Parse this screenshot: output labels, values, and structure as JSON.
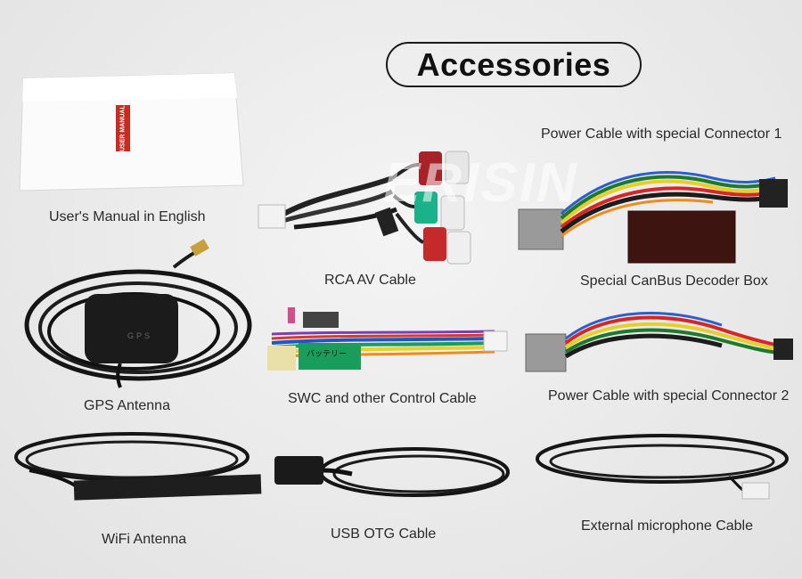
{
  "header": {
    "title": "Accessories"
  },
  "watermark": "ERISIN",
  "manual": {
    "cover_label": "USER MANUAL"
  },
  "gps": {
    "module_text": "GPS"
  },
  "swc": {
    "tag_text": "バッテリー"
  },
  "items": [
    {
      "label": "User's Manual in English"
    },
    {
      "label": "RCA AV Cable"
    },
    {
      "label": "Power Cable with special Connector 1"
    },
    {
      "label": "Special CanBus Decoder Box"
    },
    {
      "label": "GPS Antenna"
    },
    {
      "label": "SWC and other Control Cable"
    },
    {
      "label": "Power Cable with special Connector 2"
    },
    {
      "label": "WiFi Antenna"
    },
    {
      "label": "USB OTG Cable"
    },
    {
      "label": "External microphone Cable"
    }
  ]
}
